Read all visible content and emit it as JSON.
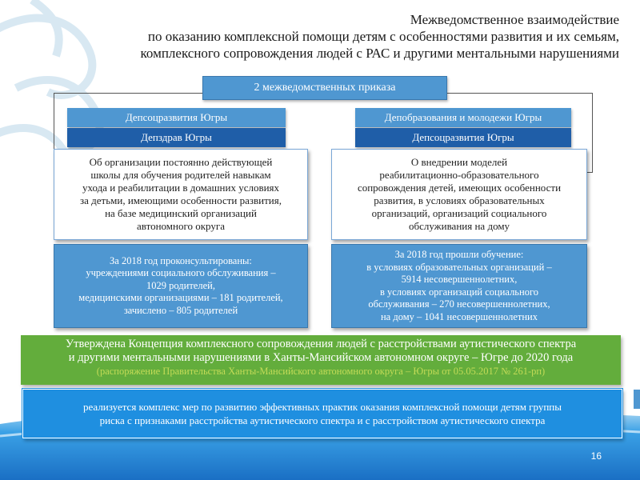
{
  "title": {
    "line1": "Межведомственное взаимодействие",
    "line2": "по оказанию комплексной помощи детям с особенностями развития и их семьям,",
    "line3": "комплексного сопровождения людей с РАС и другими ментальными нарушениями"
  },
  "orders_box": "2 межведомственных приказа",
  "left": {
    "header_top": "Депсоцразвития Югры",
    "header_bottom": "Депздрав Югры",
    "description": "Об организации постоянно действующей\nшколы для обучения родителей навыкам\nухода и реабилитации в домашних условиях\nза детьми, имеющими особенности развития,\nна базе медицинский организаций\nавтономного округа",
    "results": "За 2018 год проконсультированы:\nучреждениями социального обслуживания –\n1029 родителей,\nмедицинскими организациями – 181 родителей,\nзачислено – 805 родителей"
  },
  "right": {
    "header_top": "Депобразования и молодежи Югры",
    "header_bottom": "Депсоцразвития Югры",
    "description": "О внедрении моделей\nреабилитационно-образовательного\nсопровождения детей, имеющих особенности\nразвития, в условиях образовательных\nорганизаций, организаций социального\nобслуживания на дому",
    "results": "За 2018 год прошли обучение:\nв условиях образовательных организаций –\n5914 несовершеннолетних,\nв условиях организаций социального\nобслуживания – 270 несовершеннолетних,\nна дому – 1041 несовершеннолетних"
  },
  "concept": {
    "line1": "Утверждена Концепция комплексного сопровождения людей с расстройствами аутистического спектра",
    "line2": "и другими ментальными нарушениями в Ханты-Мансийском автономном округе – Югре до 2020 года",
    "line3": "(распоряжение Правительства Ханты-Мансийского автономного округа – Югры от 05.05.2017 № 261-рп)"
  },
  "implementation": "реализуется комплекс мер по развитию эффективных практик оказания комплексной помощи детям группы\nриска с признаками расстройства аутистического спектра и с расстройством аутистического спектра",
  "page_number": "16",
  "colors": {
    "header_light": "#4f97d1",
    "header_dark": "#1f5ea8",
    "green": "#63ad3c",
    "bottom_blue": "#1f8fe0"
  }
}
